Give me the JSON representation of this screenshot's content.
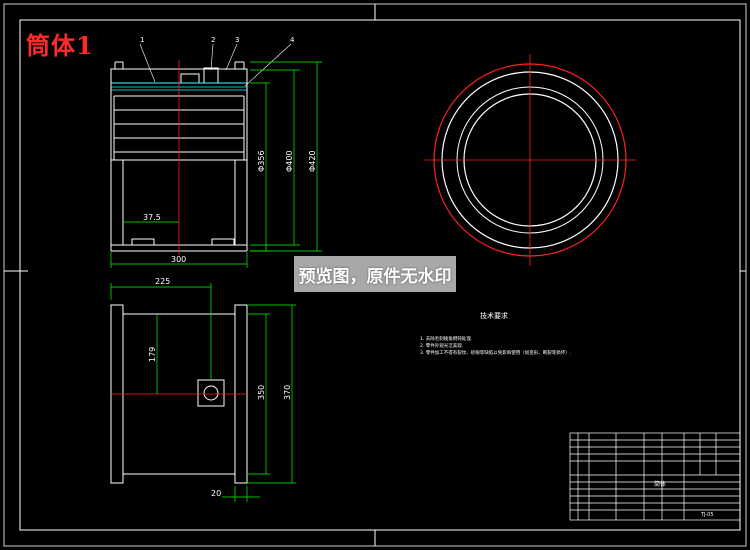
{
  "drawing": {
    "title": "筒体1",
    "watermark": "预览图，原件无水印",
    "colors": {
      "background": "#000000",
      "outline": "#ffffff",
      "dimension": "#00ff00",
      "centerline": "#ff2020",
      "hatch": "#00ffff",
      "title_red": "#ff2a2a"
    },
    "front_view": {
      "balloons": [
        "1",
        "2",
        "3",
        "4"
      ],
      "dims": {
        "width": "300",
        "offset": "37.5",
        "d1": "Φ356",
        "d2": "Φ400",
        "d3": "Φ420"
      }
    },
    "side_view": {
      "dims": {
        "top": "225",
        "vertical": "179",
        "h1": "350",
        "h2": "370",
        "bottom": "20"
      }
    },
    "tech_requirements": {
      "heading": "技术要求",
      "items": [
        "1. 去除毛刺棱角倒钝处理.",
        "2. 零件外观光洁美观.",
        "3. 零件加工不得有裂纹、砂眼等缺陷以免影响使用（如变形、断裂等损坏）."
      ]
    },
    "title_block": {
      "part_name": "筒体",
      "drawing_no": "TJ-05",
      "school": "",
      "material": ""
    }
  }
}
